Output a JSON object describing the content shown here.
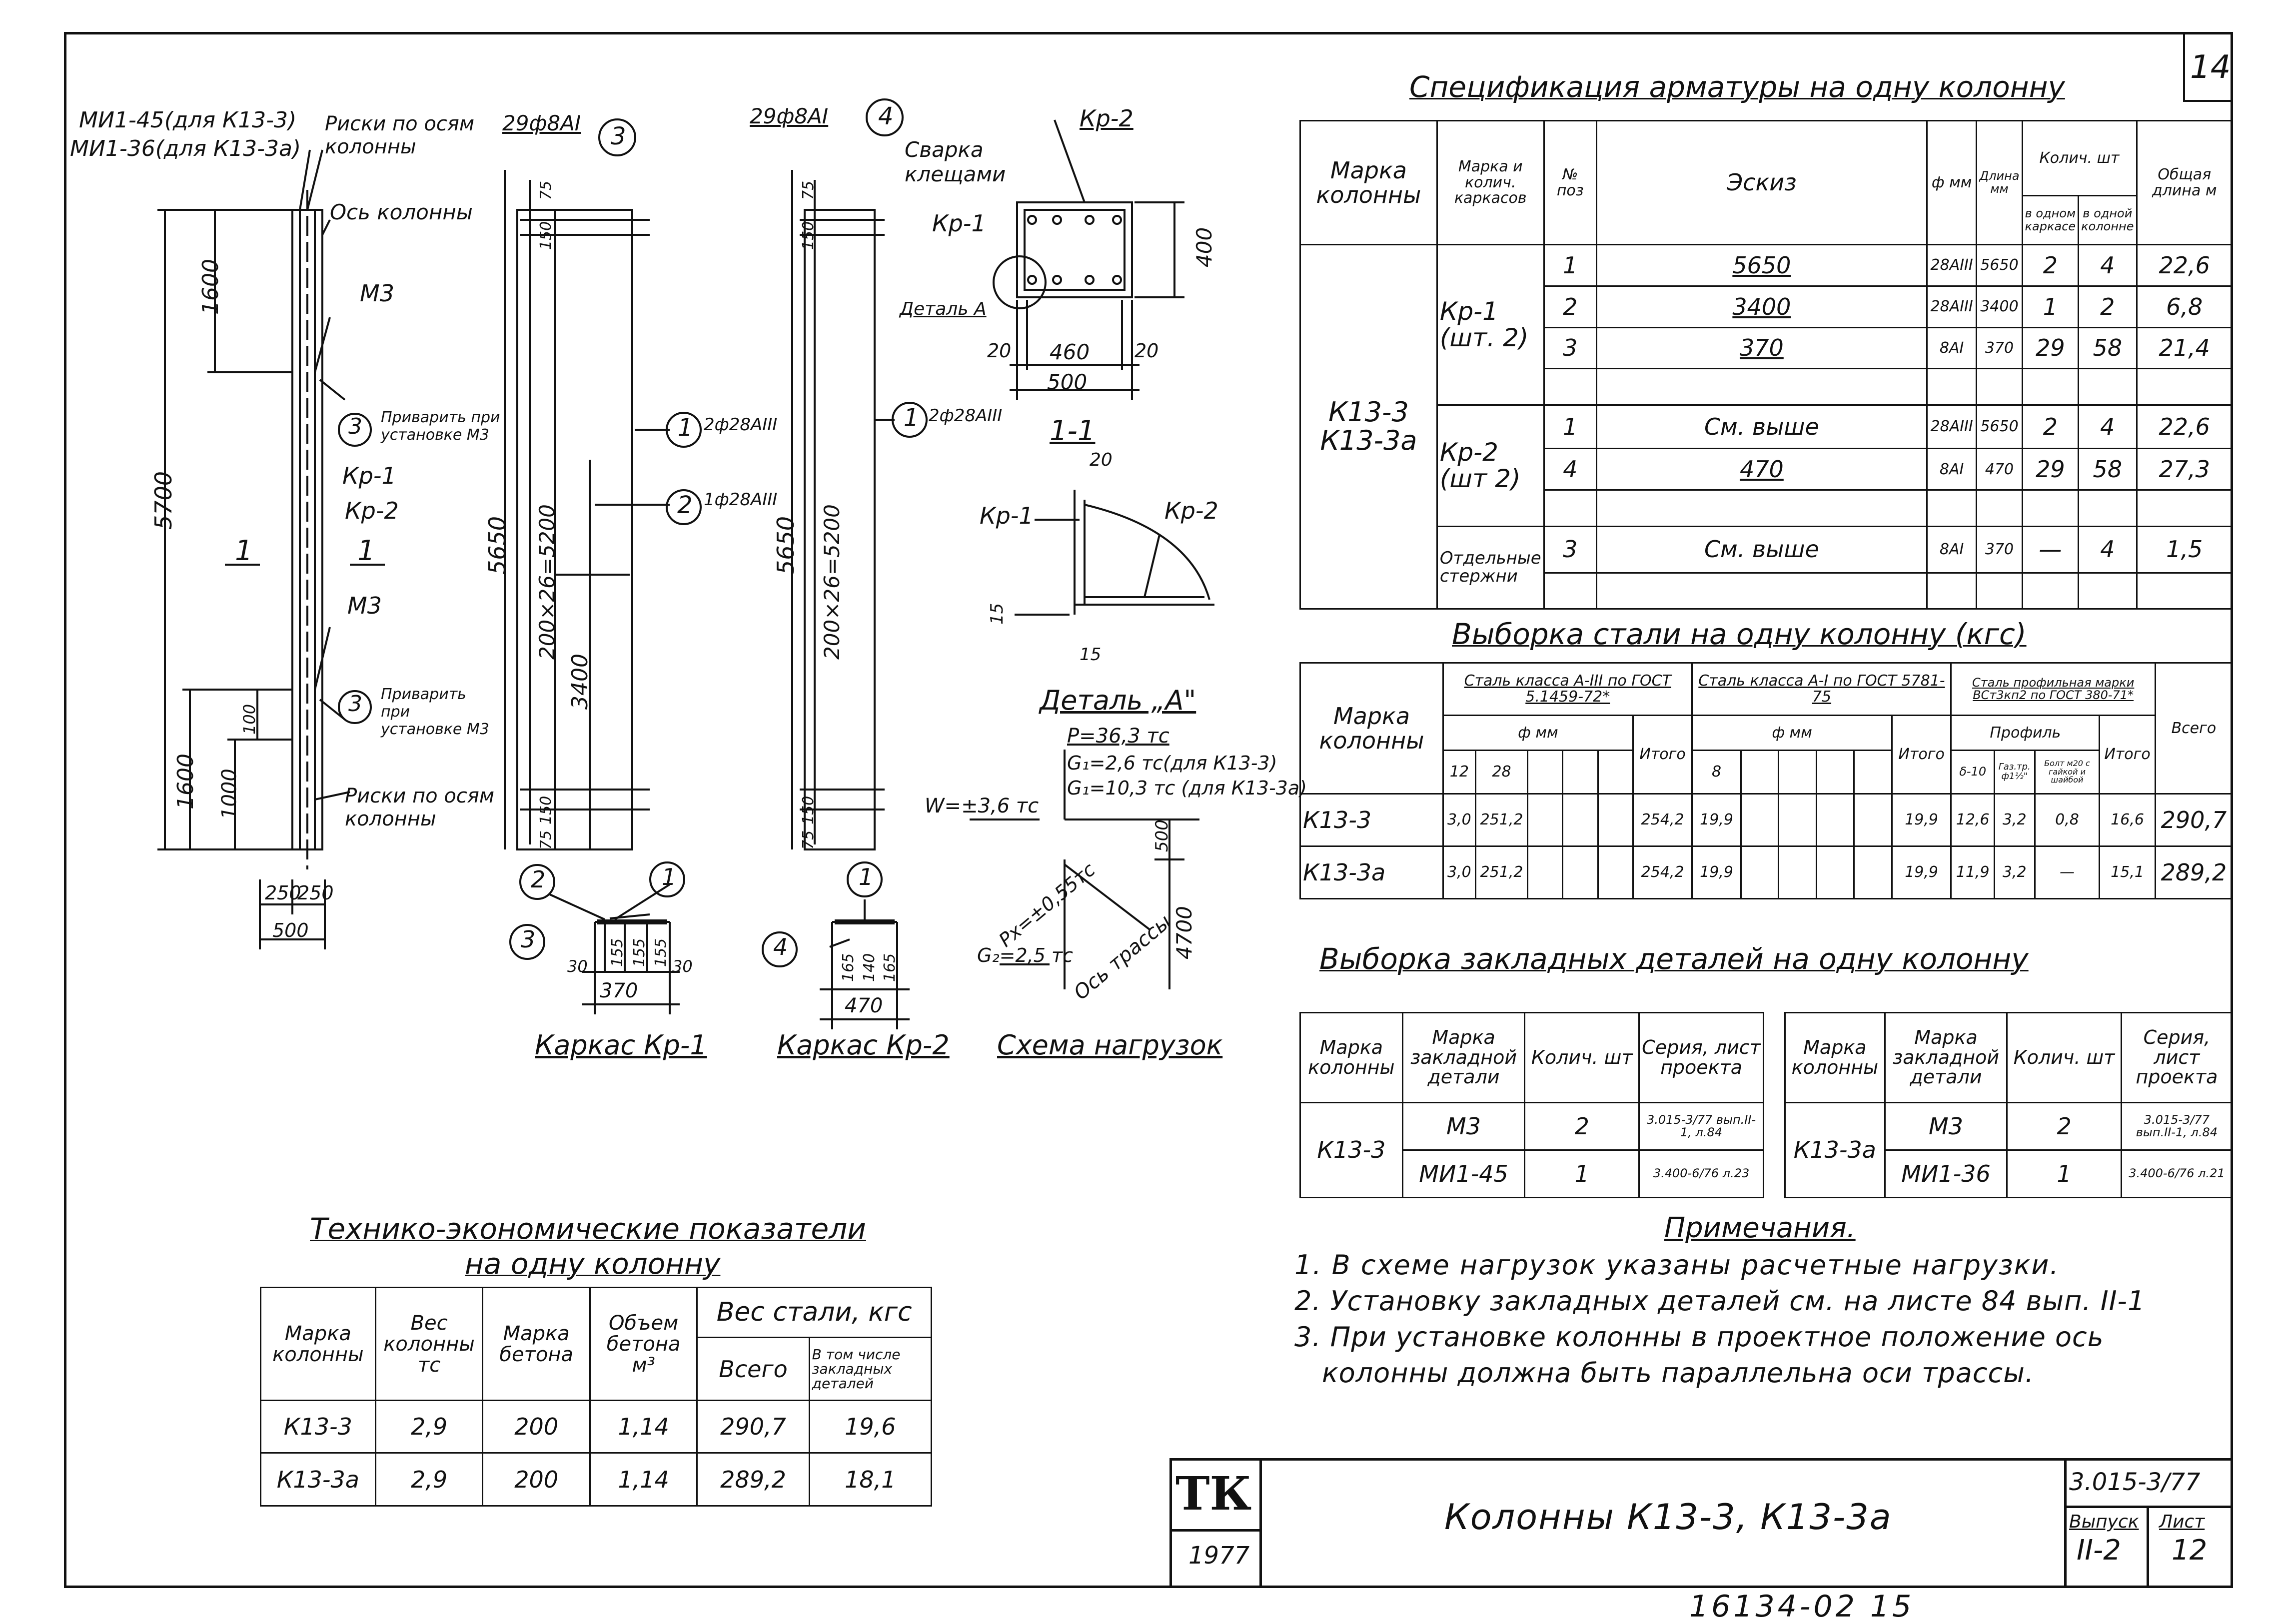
{
  "sheet_corner_number": "14",
  "archive_number": "16134-02 15",
  "spec": {
    "title": "Спецификация арматуры на одну колонну",
    "headers": [
      "Марка колонны",
      "Марка и колич. каркасов",
      "№ поз",
      "Эскиз",
      "ф мм",
      "Длина мм",
      "Колич. шт",
      "в одном каркасе",
      "в одной колонне",
      "Общая длина м"
    ],
    "column_mark": "К13-3 К13-3а",
    "groups": [
      {
        "frame": "Кр-1 (шт. 2)",
        "rows": [
          {
            "pos": "1",
            "sketch": "5650",
            "dia": "28АIII",
            "len": "5650",
            "per_frame": "2",
            "per_col": "4",
            "total": "22,6"
          },
          {
            "pos": "2",
            "sketch": "3400",
            "dia": "28АIII",
            "len": "3400",
            "per_frame": "1",
            "per_col": "2",
            "total": "6,8"
          },
          {
            "pos": "3",
            "sketch": "370",
            "dia": "8АI",
            "len": "370",
            "per_frame": "29",
            "per_col": "58",
            "total": "21,4"
          }
        ]
      },
      {
        "frame": "Кр-2 (шт 2)",
        "rows": [
          {
            "pos": "1",
            "sketch": "См. выше",
            "dia": "28АIII",
            "len": "5650",
            "per_frame": "2",
            "per_col": "4",
            "total": "22,6"
          },
          {
            "pos": "4",
            "sketch": "470",
            "dia": "8АI",
            "len": "470",
            "per_frame": "29",
            "per_col": "58",
            "total": "27,3"
          }
        ]
      },
      {
        "frame": "Отдельные стержни",
        "rows": [
          {
            "pos": "3",
            "sketch": "См. выше",
            "dia": "8АI",
            "len": "370",
            "per_frame": "—",
            "per_col": "4",
            "total": "1,5"
          }
        ]
      }
    ]
  },
  "steel": {
    "title": "Выборка стали на одну колонну (кгс)",
    "h_mark": "Марка колонны",
    "h_a3": "Сталь класса А-III по ГОСТ 5.1459-72*",
    "h_a1": "Сталь класса А-I по ГОСТ 5781-75",
    "h_prof": "Сталь профильная марки ВСт3кп2 по ГОСТ 380-71*",
    "h_phi": "ф мм",
    "h_profil": "Профиль",
    "h_itogo": "Итого",
    "h_vsego": "Всего",
    "d12": "12",
    "d28": "28",
    "d8": "8",
    "p1": "δ-10",
    "p2": "Газ.тр. ф1½\"",
    "p3": "Болт м20 с гайкой и шайбой",
    "rows": [
      {
        "mark": "К13-3",
        "a12": "3,0",
        "a28": "251,2",
        "a_tot": "254,2",
        "b8": "19,9",
        "b_tot": "19,9",
        "p1": "12,6",
        "p2": "3,2",
        "p3": "0,8",
        "p_tot": "16,6",
        "all": "290,7"
      },
      {
        "mark": "К13-3а",
        "a12": "3,0",
        "a28": "251,2",
        "a_tot": "254,2",
        "b8": "19,9",
        "b_tot": "19,9",
        "p1": "11,9",
        "p2": "3,2",
        "p3": "—",
        "p_tot": "15,1",
        "all": "289,2"
      }
    ]
  },
  "embedded": {
    "title": "Выборка закладных деталей на одну колонну",
    "headers": [
      "Марка колонны",
      "Марка закладной детали",
      "Колич. шт",
      "Серия, лист проекта"
    ],
    "left": {
      "mark": "К13-3",
      "rows": [
        {
          "detail": "М3",
          "qty": "2",
          "series": "3.015-3/77 вып.II-1, л.84"
        },
        {
          "detail": "МИ1-45",
          "qty": "1",
          "series": "3.400-6/76 л.23"
        }
      ]
    },
    "right": {
      "mark": "К13-3а",
      "rows": [
        {
          "detail": "М3",
          "qty": "2",
          "series": "3.015-3/77 вып.II-1, л.84"
        },
        {
          "detail": "МИ1-36",
          "qty": "1",
          "series": "3.400-6/76 л.21"
        }
      ]
    }
  },
  "notes": {
    "title": "Примечания.",
    "items": [
      "1. В схеме нагрузок указаны расчетные нагрузки.",
      "2. Установку закладных деталей см. на листе 84 вып. II-1",
      "3. При установке колонны в проектное положение ось",
      "колонны должна быть параллельна оси трассы."
    ]
  },
  "tei": {
    "title1": "Технико-экономические показатели",
    "title2": "на одну колонну",
    "headers": [
      "Марка колонны",
      "Вес колонны тс",
      "Марка бетона",
      "Объем бетона м³",
      "Вес стали, кгс",
      "Всего",
      "В том числе закладных деталей"
    ],
    "rows": [
      {
        "mark": "К13-3",
        "weight": "2,9",
        "concrete": "200",
        "volume": "1,14",
        "total": "290,7",
        "embedded": "19,6"
      },
      {
        "mark": "К13-3а",
        "weight": "2,9",
        "concrete": "200",
        "volume": "1,14",
        "total": "289,2",
        "embedded": "18,1"
      }
    ]
  },
  "stamp": {
    "logo": "ТК",
    "year": "1977",
    "title": "Колонны К13-3, К13-3а",
    "series": "3.015-3/77",
    "issue_label": "Выпуск",
    "issue": "II-2",
    "sheet_label": "Лист",
    "sheet": "12"
  },
  "drawing": {
    "col_label_top1": "МИ1-45(для К13-3)",
    "col_label_top2": "МИ1-36(для К13-3а)",
    "risks": "Риски по осям колонны",
    "axis": "Ось колонны",
    "m3": "М3",
    "weld_note": "Приварить при установке М3",
    "kr1": "Кр-1",
    "kr2": "Кр-2",
    "section": "1",
    "dim_5700": "5700",
    "dim_1600": "1600",
    "dim_1000": "1000",
    "dim_100": "100",
    "dim_250": "250",
    "dim_500": "500",
    "kr1_top": "29ф8АI",
    "kr2_top": "29ф8АI",
    "dim_75": "75",
    "dim_150": "150",
    "dim_5650": "5650",
    "dim_5200": "200×26=5200",
    "dim_3400": "3400",
    "pos1_label": "2ф28АIII",
    "pos2_label": "1ф28АIII",
    "kr1_caption": "Каркас Кр-1",
    "kr2_caption": "Каркас Кр-2",
    "kr1_w": "370",
    "kr2_w": "470",
    "d30": "30",
    "d155": "155",
    "d165": "165",
    "d140": "140",
    "weld_pliers": "Сварка клещами",
    "detail_a": "Деталь А",
    "detail_a_caption": "Деталь „А\"",
    "sec_400": "400",
    "sec_460": "460",
    "sec_20": "20",
    "sec_500": "500",
    "sec_1_1": "1-1",
    "d15": "15",
    "load_p": "P=36,3 тс",
    "load_g1a": "G₁=2,6 тс(для К13-3)",
    "load_g1b": "G₁=10,3 тс (для К13-3а)",
    "load_w": "W=±3,6 тс",
    "load_px": "Pх=±0,55тс",
    "load_g2": "G₂=2,5 тс",
    "load_axis": "Ось трассы",
    "load_500": "500",
    "load_4700": "4700",
    "load_caption": "Схема нагрузок"
  }
}
